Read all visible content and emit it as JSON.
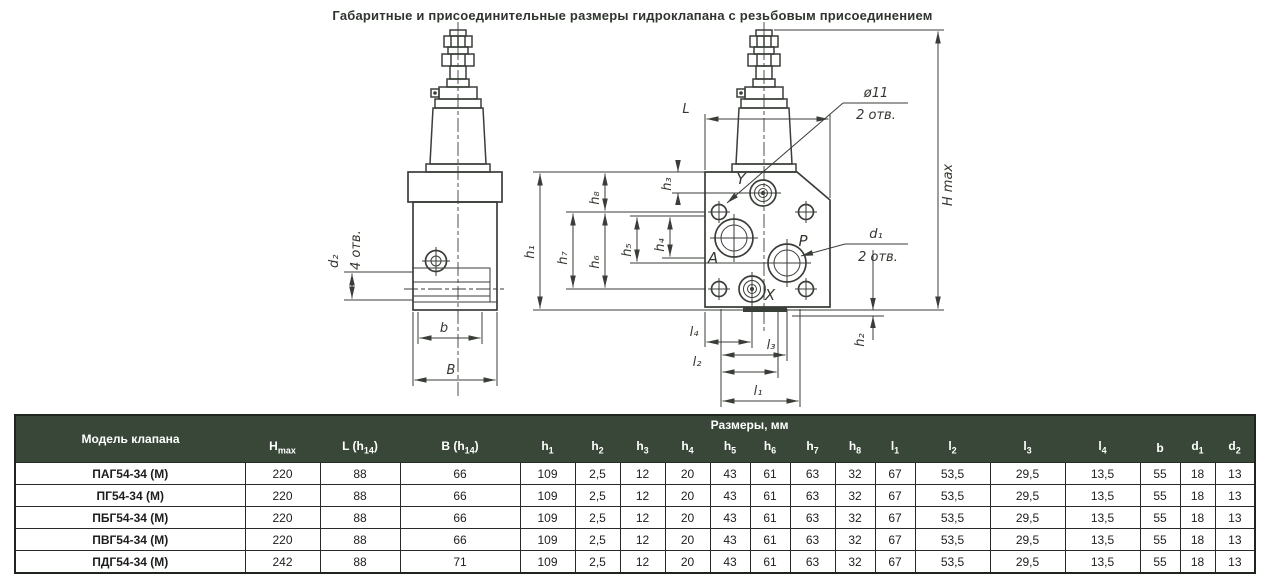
{
  "title": "Габаритные и присоединительные размеры гидроклапана с резьбовым присоединением",
  "colors": {
    "header_bg": "#384738",
    "header_text": "#ffffff",
    "line": "#3a3e38"
  },
  "drawing": {
    "labels": {
      "d2": "d₂",
      "four_holes": "4 отв.",
      "b": "b",
      "B": "B",
      "L": "L",
      "phi11": "ø11",
      "phi11_holes": "2 отв.",
      "h_max": "H max",
      "h1": "h₁",
      "h2": "h₂",
      "h3": "h₃",
      "h4": "h₄",
      "h5": "h₅",
      "h6": "h₆",
      "h7": "h₇",
      "h8": "h₈",
      "l1": "l₁",
      "l2": "l₂",
      "l3": "l₃",
      "l4": "l₄",
      "d1": "d₁",
      "d1_holes": "2 отв.",
      "port_y": "Y",
      "port_a": "A",
      "port_p": "P",
      "port_x": "X"
    }
  },
  "table": {
    "banner": "Размеры, мм",
    "model_header": "Модель клапана",
    "columns": [
      {
        "id": "hmax",
        "t": "H",
        "sub": "max"
      },
      {
        "id": "l-h14",
        "t": "L (h",
        "sub": "14",
        "suf": ")"
      },
      {
        "id": "b-h14",
        "t": "B (h",
        "sub": "14",
        "suf": ")"
      },
      {
        "id": "h1",
        "t": "h",
        "sub": "1"
      },
      {
        "id": "h2",
        "t": "h",
        "sub": "2"
      },
      {
        "id": "h3",
        "t": "h",
        "sub": "3"
      },
      {
        "id": "h4",
        "t": "h",
        "sub": "4"
      },
      {
        "id": "h5",
        "t": "h",
        "sub": "5"
      },
      {
        "id": "h6",
        "t": "h",
        "sub": "6"
      },
      {
        "id": "h7",
        "t": "h",
        "sub": "7"
      },
      {
        "id": "h8",
        "t": "h",
        "sub": "8"
      },
      {
        "id": "l1",
        "t": "l",
        "sub": "1"
      },
      {
        "id": "l2",
        "t": "l",
        "sub": "2"
      },
      {
        "id": "l3",
        "t": "l",
        "sub": "3"
      },
      {
        "id": "l4",
        "t": "l",
        "sub": "4"
      },
      {
        "id": "b",
        "t": "b"
      },
      {
        "id": "d1",
        "t": "d",
        "sub": "1"
      },
      {
        "id": "d2",
        "t": "d",
        "sub": "2"
      }
    ],
    "rows": [
      {
        "model": "ПАГ54-34 (М)",
        "values": [
          "220",
          "88",
          "66",
          "109",
          "2,5",
          "12",
          "20",
          "43",
          "61",
          "63",
          "32",
          "67",
          "53,5",
          "29,5",
          "13,5",
          "55",
          "18",
          "13"
        ]
      },
      {
        "model": "ПГ54-34 (М)",
        "values": [
          "220",
          "88",
          "66",
          "109",
          "2,5",
          "12",
          "20",
          "43",
          "61",
          "63",
          "32",
          "67",
          "53,5",
          "29,5",
          "13,5",
          "55",
          "18",
          "13"
        ]
      },
      {
        "model": "ПБГ54-34 (М)",
        "values": [
          "220",
          "88",
          "66",
          "109",
          "2,5",
          "12",
          "20",
          "43",
          "61",
          "63",
          "32",
          "67",
          "53,5",
          "29,5",
          "13,5",
          "55",
          "18",
          "13"
        ]
      },
      {
        "model": "ПВГ54-34 (М)",
        "values": [
          "220",
          "88",
          "66",
          "109",
          "2,5",
          "12",
          "20",
          "43",
          "61",
          "63",
          "32",
          "67",
          "53,5",
          "29,5",
          "13,5",
          "55",
          "18",
          "13"
        ]
      },
      {
        "model": "ПДГ54-34 (М)",
        "values": [
          "242",
          "88",
          "71",
          "109",
          "2,5",
          "12",
          "20",
          "43",
          "61",
          "63",
          "32",
          "67",
          "53,5",
          "29,5",
          "13,5",
          "55",
          "18",
          "13"
        ]
      }
    ]
  }
}
